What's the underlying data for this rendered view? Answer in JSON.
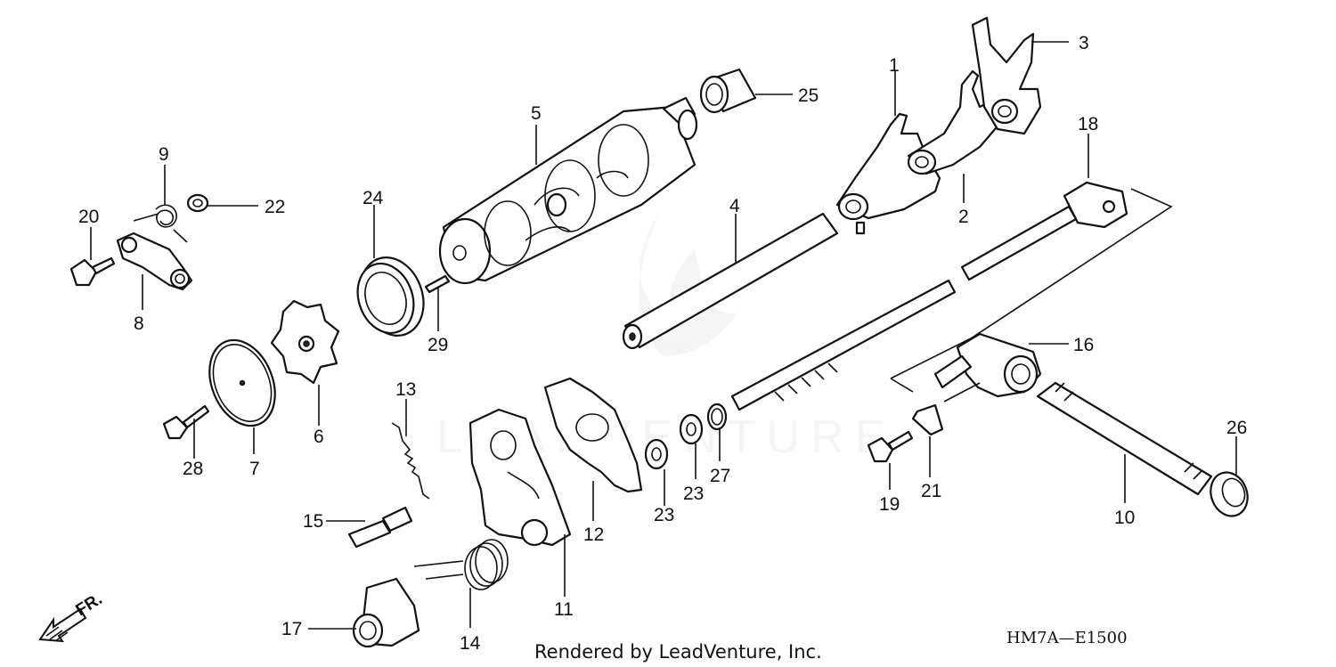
{
  "callouts": [
    {
      "id": "1",
      "text": "1"
    },
    {
      "id": "2",
      "text": "2"
    },
    {
      "id": "3",
      "text": "3"
    },
    {
      "id": "4",
      "text": "4"
    },
    {
      "id": "5",
      "text": "5"
    },
    {
      "id": "6",
      "text": "6"
    },
    {
      "id": "7",
      "text": "7"
    },
    {
      "id": "8",
      "text": "8"
    },
    {
      "id": "9",
      "text": "9"
    },
    {
      "id": "10",
      "text": "10"
    },
    {
      "id": "11",
      "text": "11"
    },
    {
      "id": "12",
      "text": "12"
    },
    {
      "id": "13",
      "text": "13"
    },
    {
      "id": "14",
      "text": "14"
    },
    {
      "id": "15",
      "text": "15"
    },
    {
      "id": "16",
      "text": "16"
    },
    {
      "id": "17",
      "text": "17"
    },
    {
      "id": "18",
      "text": "18"
    },
    {
      "id": "19",
      "text": "19"
    },
    {
      "id": "20",
      "text": "20"
    },
    {
      "id": "21",
      "text": "21"
    },
    {
      "id": "22",
      "text": "22"
    },
    {
      "id": "23a",
      "text": "23"
    },
    {
      "id": "23b",
      "text": "23"
    },
    {
      "id": "24",
      "text": "24"
    },
    {
      "id": "25",
      "text": "25"
    },
    {
      "id": "26",
      "text": "26"
    },
    {
      "id": "27",
      "text": "27"
    },
    {
      "id": "28",
      "text": "28"
    },
    {
      "id": "29",
      "text": "29"
    }
  ],
  "direction_label": "FR.",
  "credit": "Rendered by LeadVenture, Inc.",
  "diagram_code": "HM7A—E1500",
  "watermark": "LEADVENTURE",
  "colors": {
    "line": "#111111",
    "background": "#ffffff",
    "watermark": "#e6e6e6"
  }
}
